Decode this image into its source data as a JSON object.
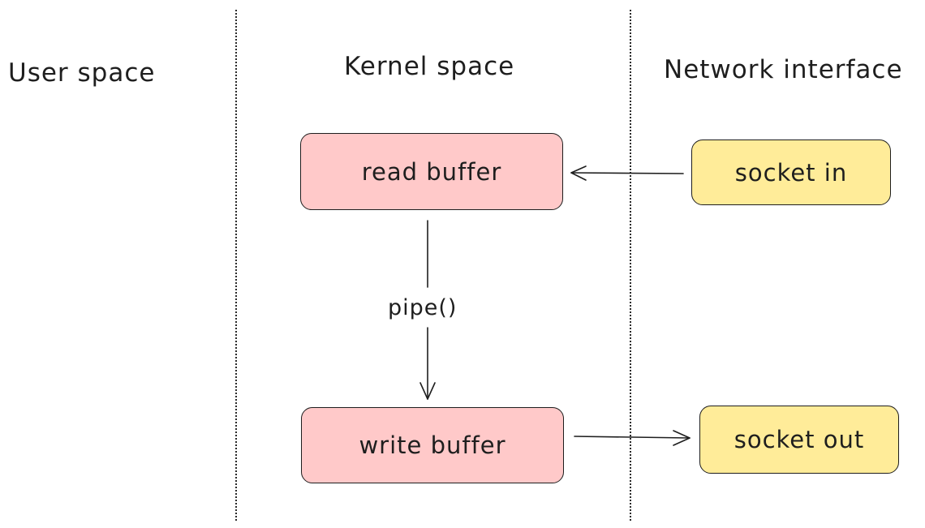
{
  "lanes": {
    "user": "User space",
    "kernel": "Kernel space",
    "network": "Network interface"
  },
  "nodes": {
    "read_buffer": "read buffer",
    "write_buffer": "write buffer",
    "socket_in": "socket in",
    "socket_out": "socket out"
  },
  "edges": {
    "pipe": "pipe()"
  },
  "colors": {
    "buffer_fill": "#ffc9c9",
    "socket_fill": "#ffec99",
    "stroke": "#1e1e1e"
  }
}
